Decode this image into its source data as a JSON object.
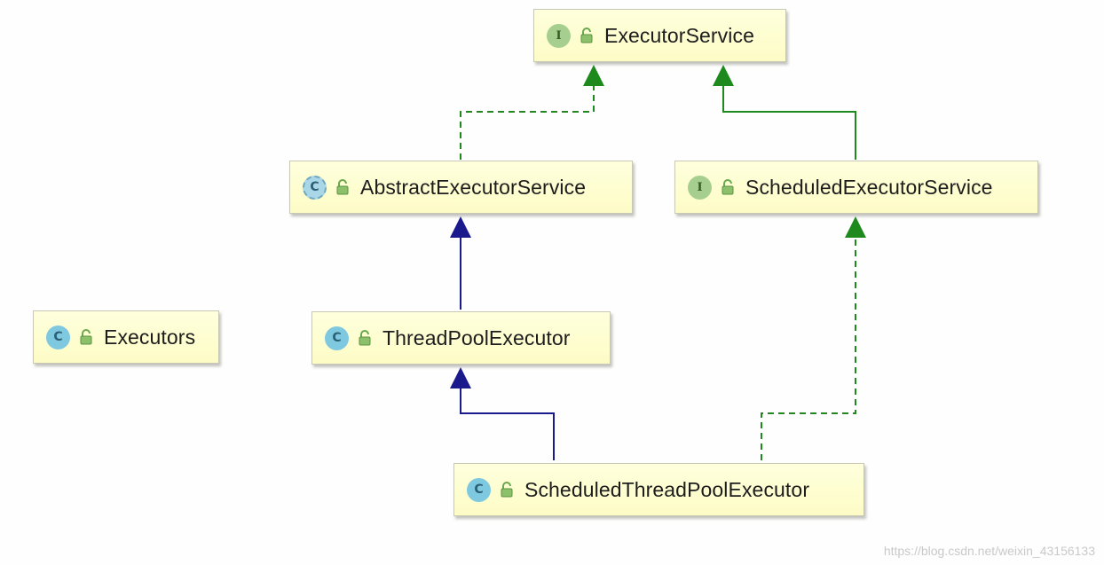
{
  "diagram": {
    "nodes": [
      {
        "id": "executor-service",
        "kind": "interface",
        "kind_letter": "I",
        "label": "ExecutorService"
      },
      {
        "id": "abstract-executor-service",
        "kind": "abstract",
        "kind_letter": "C",
        "label": "AbstractExecutorService"
      },
      {
        "id": "scheduled-executor-service",
        "kind": "interface",
        "kind_letter": "I",
        "label": "ScheduledExecutorService"
      },
      {
        "id": "executors",
        "kind": "class",
        "kind_letter": "C",
        "label": "Executors"
      },
      {
        "id": "thread-pool-executor",
        "kind": "class",
        "kind_letter": "C",
        "label": "ThreadPoolExecutor"
      },
      {
        "id": "scheduled-thread-pool-executor",
        "kind": "class",
        "kind_letter": "C",
        "label": "ScheduledThreadPoolExecutor"
      }
    ],
    "edges": [
      {
        "from": "abstract-executor-service",
        "to": "executor-service",
        "relation": "implements",
        "style": "dashed",
        "color": "#1e8a1e"
      },
      {
        "from": "scheduled-executor-service",
        "to": "executor-service",
        "relation": "extends",
        "style": "solid",
        "color": "#1e8a1e"
      },
      {
        "from": "thread-pool-executor",
        "to": "abstract-executor-service",
        "relation": "extends",
        "style": "solid",
        "color": "#1a1a8c"
      },
      {
        "from": "scheduled-thread-pool-executor",
        "to": "thread-pool-executor",
        "relation": "extends",
        "style": "solid",
        "color": "#1a1a8c"
      },
      {
        "from": "scheduled-thread-pool-executor",
        "to": "scheduled-executor-service",
        "relation": "implements",
        "style": "dashed",
        "color": "#1e8a1e"
      }
    ],
    "icons": {
      "visibility": "open-lock-icon"
    },
    "colors": {
      "node_fill": "#fefcc8",
      "interface_badge": "#a6cf8f",
      "class_badge": "#7ec8e0",
      "implements_edge": "#1e8a1e",
      "extends_class_edge": "#1a1a8c"
    }
  },
  "watermark": "https://blog.csdn.net/weixin_43156133"
}
